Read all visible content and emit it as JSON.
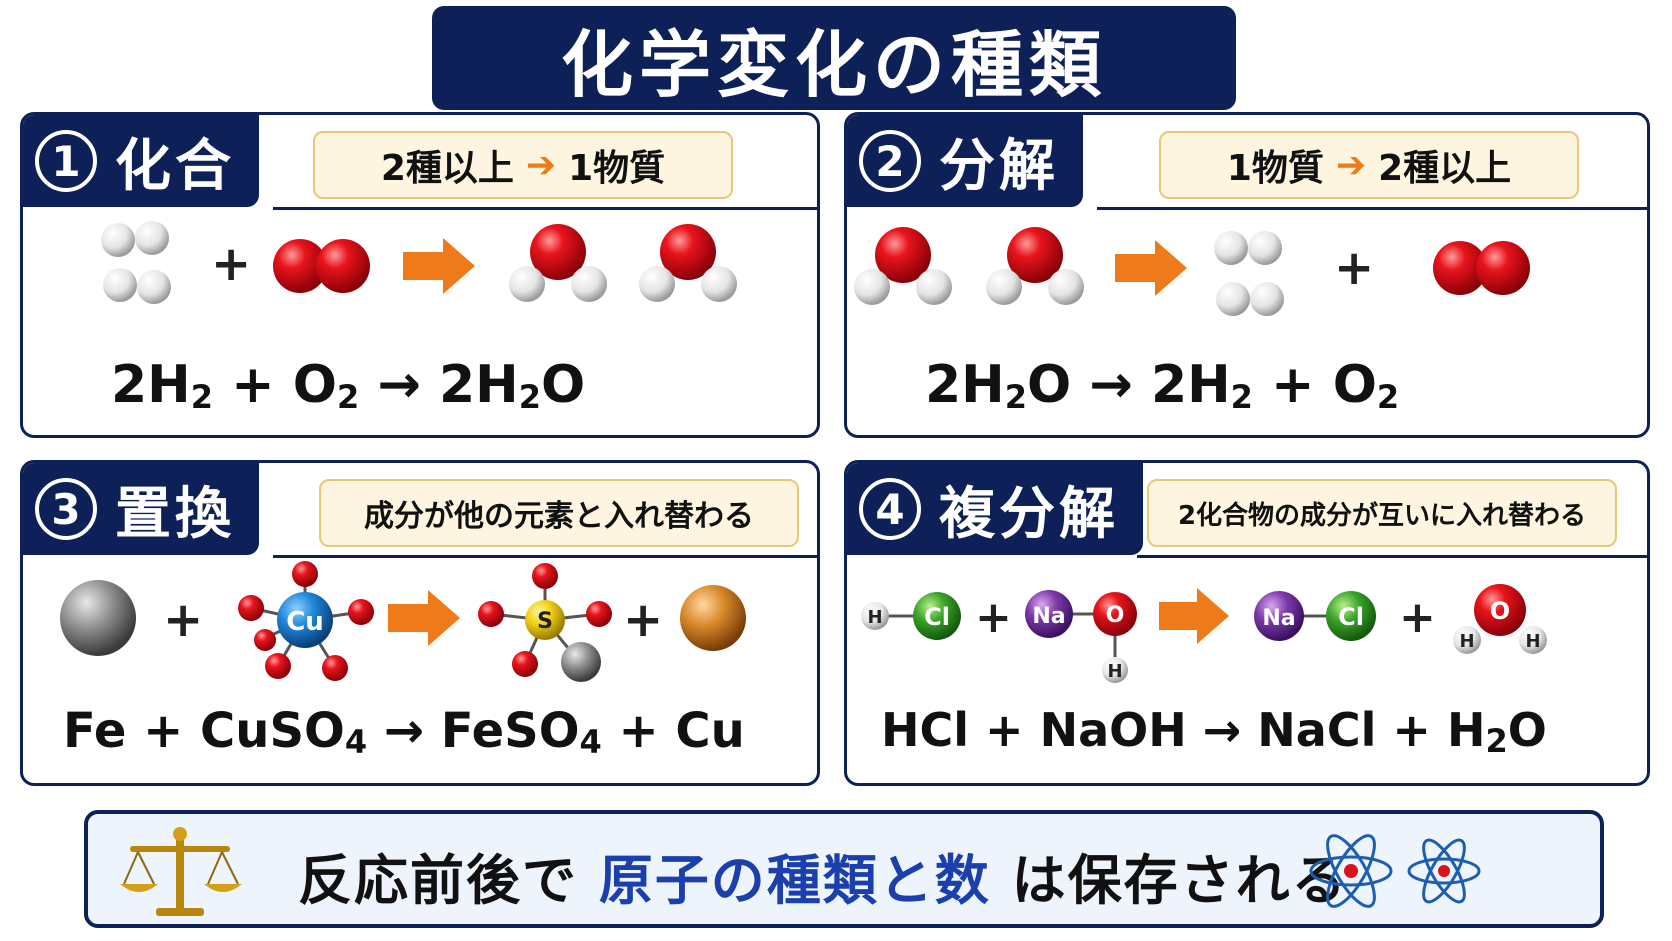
{
  "title": "化学変化の種類",
  "panels": [
    {
      "num": "1",
      "name": "化合",
      "rule_left": "2種以上",
      "rule_right": "1物質",
      "equation": [
        "2H",
        "2",
        " + O",
        "2",
        " → 2H",
        "2",
        "O"
      ]
    },
    {
      "num": "2",
      "name": "分解",
      "rule_left": "1物質",
      "rule_right": "2種以上",
      "equation": [
        "2H",
        "2",
        "O → 2H",
        "2",
        " + O",
        "2"
      ]
    },
    {
      "num": "3",
      "name": "置換",
      "rule": "成分が他の元素と入れ替わる",
      "equation": [
        "Fe + CuSO",
        "4",
        " → FeSO",
        "4",
        " + Cu"
      ]
    },
    {
      "num": "4",
      "name": "複分解",
      "rule": "2化合物の成分が互いに入れ替わる",
      "equation": [
        "HCl + NaOH → NaCl + H",
        "2",
        "O"
      ]
    }
  ],
  "atom_labels": {
    "cu": "Cu",
    "s": "S",
    "h": "H",
    "cl": "Cl",
    "na": "Na",
    "o": "O"
  },
  "footer": {
    "before": "反応前後で",
    "highlight": "原子の種類と数",
    "after": "は保存される"
  },
  "colors": {
    "navy": "#0d2158",
    "orange": "#ef7a1a",
    "red": "#d8121b",
    "highlight": "#1c3fae"
  }
}
